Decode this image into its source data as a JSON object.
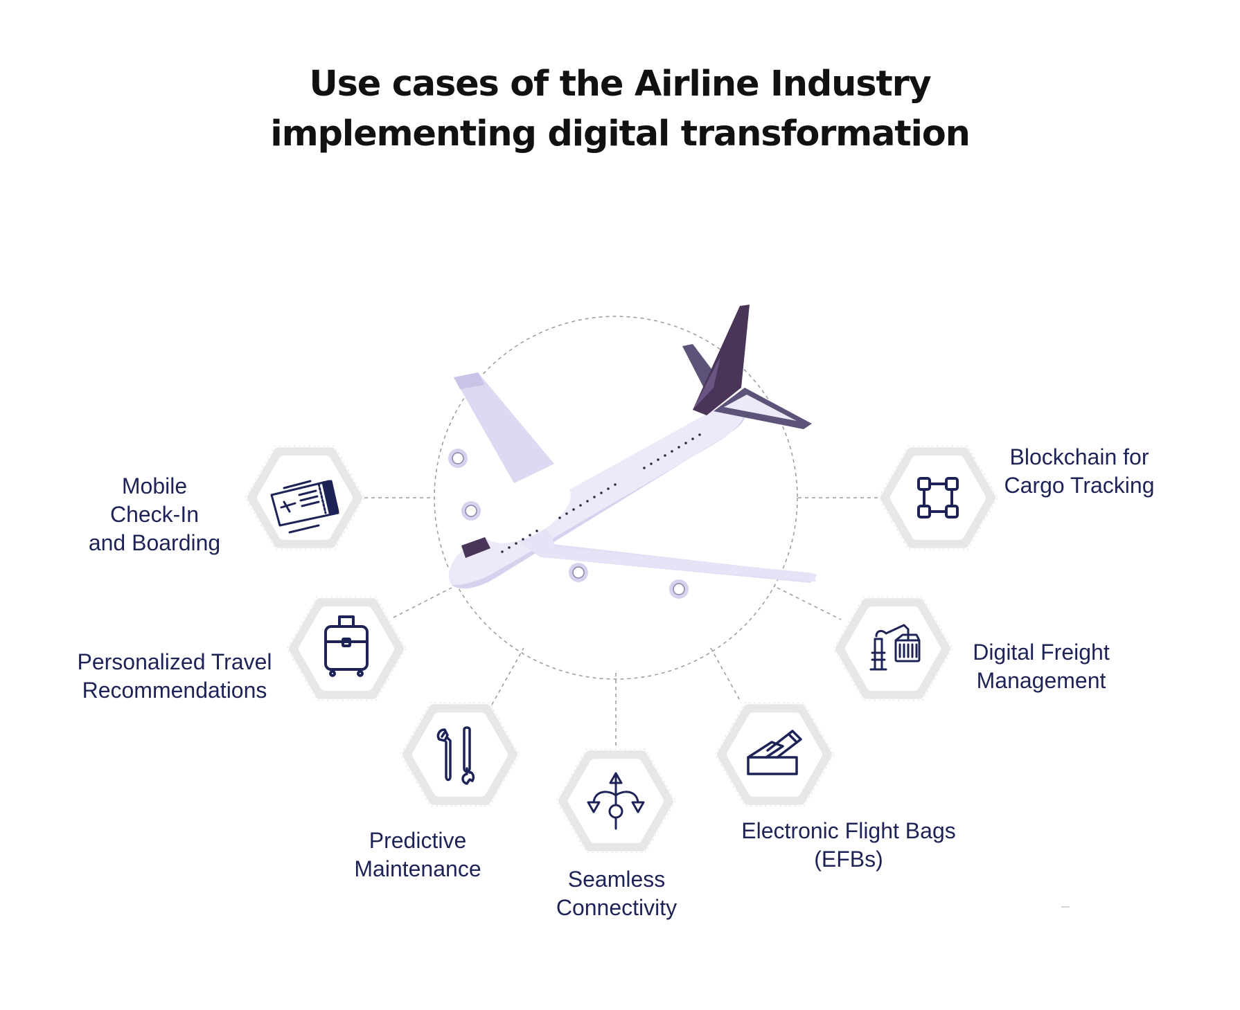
{
  "title": {
    "line1": "Use cases of the Airline Industry",
    "line2": "implementing digital transformation"
  },
  "nodes": [
    {
      "id": "mobile-check-in",
      "icon": "boarding-pass-icon",
      "lines": [
        "Mobile",
        "Check-In",
        "and Boarding"
      ]
    },
    {
      "id": "blockchain-cargo",
      "icon": "blockchain-nodes-icon",
      "lines": [
        "Blockchain for",
        "Cargo Tracking"
      ]
    },
    {
      "id": "personalized-travel",
      "icon": "suitcase-icon",
      "lines": [
        "Personalized Travel",
        "Recommendations"
      ]
    },
    {
      "id": "digital-freight",
      "icon": "crane-container-icon",
      "lines": [
        "Digital Freight",
        "Management"
      ]
    },
    {
      "id": "predictive-maintenance",
      "icon": "wrench-tools-icon",
      "lines": [
        "Predictive",
        "Maintenance"
      ]
    },
    {
      "id": "seamless-connectivity",
      "icon": "connectivity-arrows-icon",
      "lines": [
        "Seamless",
        "Connectivity"
      ]
    },
    {
      "id": "electronic-flight-bags",
      "icon": "flight-bag-tablet-icon",
      "lines": [
        "Electronic Flight Bags",
        "(EFBs)"
      ]
    }
  ],
  "colors": {
    "icon_stroke": "#1d2356",
    "label_text": "#1d2356",
    "hexagon_ring": "#e7e7e9",
    "plane_body": "#eceaf8",
    "plane_tail": "#4a3558",
    "connector": "#9a9a9a"
  }
}
